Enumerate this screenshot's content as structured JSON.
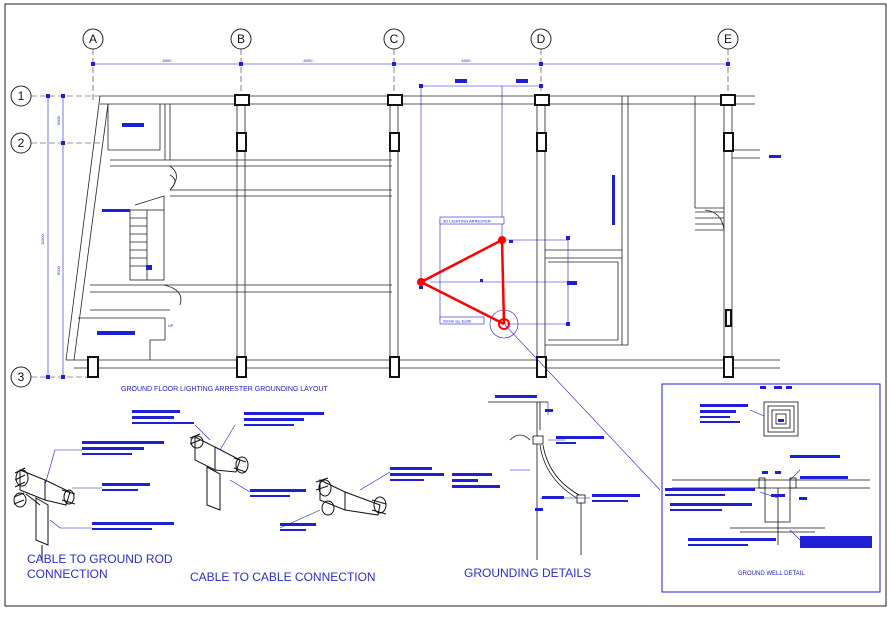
{
  "grid": {
    "columns": [
      "A",
      "B",
      "C",
      "D",
      "E"
    ],
    "rows": [
      "1",
      "2",
      "3"
    ]
  },
  "dimensions": {
    "spans": [
      "6000",
      "6000",
      "6000"
    ],
    "row_spans": [
      "5000",
      "6000"
    ],
    "overall": "11000"
  },
  "labels": {
    "arrester_tag": "3D LIGHTING ARRESTER",
    "earth_tag": "20mm sq. Earth",
    "up": "UP",
    "plan_title": "GROUND FLOOR LIGHTING ARRESTER GROUNDING LAYOUT",
    "ground_rod_line1": "CABLE TO GROUND ROD",
    "ground_rod_line2": "CONNECTION",
    "cable_to_cable": "CABLE TO CABLE CONNECTION",
    "grounding_details": "GROUNDING DETAILS",
    "ground_well_detail": "GROUND WELL DETAIL"
  },
  "colors": {
    "annotation": "#1f1fd6",
    "arrester": "#ff0000",
    "linework": "#111111"
  }
}
